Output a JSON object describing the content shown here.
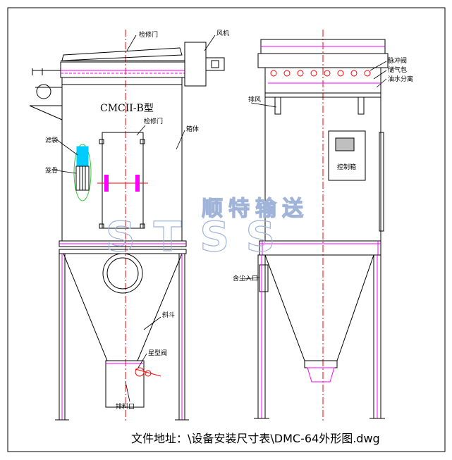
{
  "labels": {
    "inspection_door_top": "检修门",
    "fan": "风机",
    "model": "CMCII-B型",
    "inspection_door_mid": "检修门",
    "box": "箱体",
    "filter_bag": "滤袋",
    "cage": "笼骨",
    "hopper": "斜斗",
    "star_valve": "星型阀",
    "discharge_port": "排料口",
    "pulse_valve": "脉冲阀",
    "gas_bag": "储气包",
    "oil_water_separator": "油水分离",
    "exhaust": "排风",
    "control_box": "控制箱",
    "dust_inlet": "含尘入口"
  },
  "watermark": {
    "cn": "顺特输送",
    "en": "STSS"
  },
  "caption": "文件地址：\\设备安装尺寸表\\DMC-64外形图.dwg",
  "colors": {
    "line": "#000000",
    "magenta": "#ff00ff",
    "red": "#ff0000",
    "cyan": "#00ccff",
    "green": "#33cc33",
    "watermark": "#9fb4d8"
  }
}
